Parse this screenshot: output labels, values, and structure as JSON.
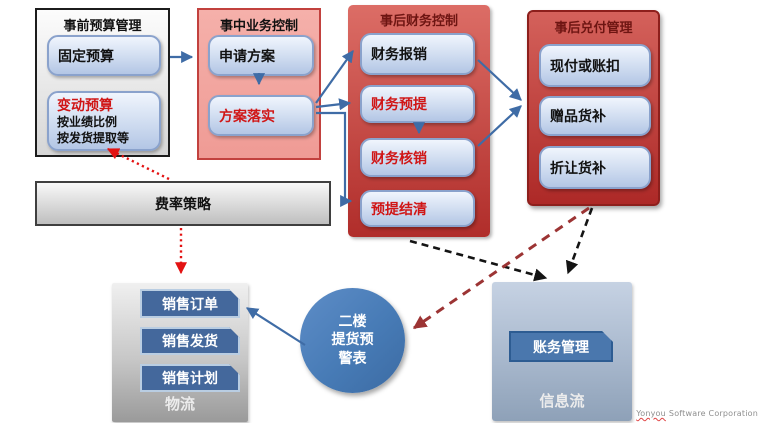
{
  "pre_budget": {
    "title": "事前预算管理",
    "fixed": "固定预算",
    "variable_title": "变动预算",
    "variable_sub1": "按业绩比例",
    "variable_sub2": "按发货提取等"
  },
  "in_process": {
    "title": "事中业务控制",
    "apply": "申请方案",
    "implement": "方案落实"
  },
  "post_finance": {
    "title": "事后财务控制",
    "items": [
      "财务报销",
      "财务预提",
      "财务核销",
      "预提结清"
    ]
  },
  "post_payment": {
    "title": "事后兑付管理",
    "items": [
      "现付或账扣",
      "赠品货补",
      "折让货补"
    ]
  },
  "rate_strategy": {
    "label": "费率策略"
  },
  "logistics": {
    "title": "物流",
    "items": [
      "销售订单",
      "销售发货",
      "销售计划"
    ]
  },
  "warning_circle": {
    "label": "二楼\n提货预\n警表"
  },
  "info_flow": {
    "title": "信息流",
    "item": "账务管理"
  },
  "footer": {
    "brand": "Yonyou",
    "rest": "Software Corporation"
  },
  "colors": {
    "panel_red": "#b12e2b",
    "panel_pink": "#f2a8a2",
    "node_blue_light": "#cfdcf0",
    "node_blue_dark": "#44689c",
    "circle_blue": "#477bb6",
    "arrow_blue": "#3f6ca6",
    "arrow_black": "#141414",
    "arrow_maroon": "#9c3434",
    "arrow_red": "#e31212",
    "red_text": "#d01616"
  }
}
